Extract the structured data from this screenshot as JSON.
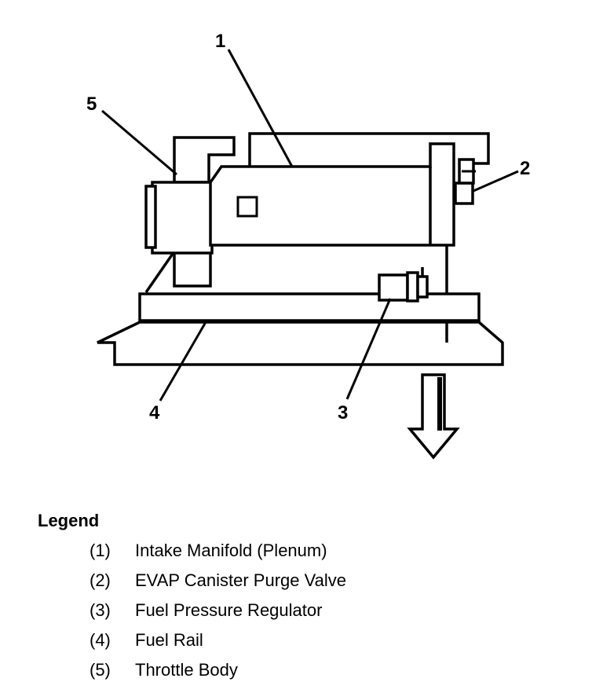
{
  "diagram": {
    "callouts": [
      {
        "id": "1",
        "label": "1"
      },
      {
        "id": "2",
        "label": "2"
      },
      {
        "id": "3",
        "label": "3"
      },
      {
        "id": "4",
        "label": "4"
      },
      {
        "id": "5",
        "label": "5"
      }
    ],
    "arrow_icon": "down-arrow-icon"
  },
  "legend": {
    "title": "Legend",
    "items": [
      {
        "number": "(1)",
        "text": "Intake Manifold (Plenum)"
      },
      {
        "number": "(2)",
        "text": "EVAP Canister Purge Valve"
      },
      {
        "number": "(3)",
        "text": "Fuel Pressure Regulator"
      },
      {
        "number": "(4)",
        "text": "Fuel Rail"
      },
      {
        "number": "(5)",
        "text": "Throttle Body"
      }
    ]
  }
}
